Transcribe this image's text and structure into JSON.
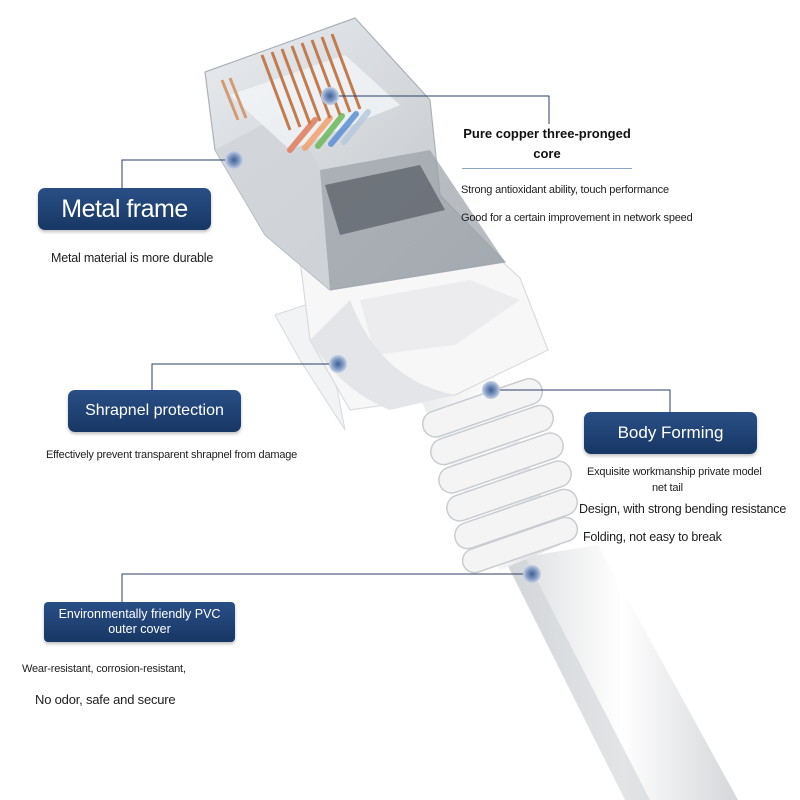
{
  "callouts": {
    "copper_core": {
      "title": "Pure copper three-pronged core",
      "lines": [
        "Strong antioxidant ability, touch performance",
        "Good for a certain improvement in network speed"
      ]
    },
    "metal_frame": {
      "title": "Metal frame",
      "lines": [
        "Metal material is more durable"
      ]
    },
    "shrapnel": {
      "title": "Shrapnel protection",
      "lines": [
        "Effectively prevent transparent shrapnel from damage"
      ]
    },
    "body_forming": {
      "title": "Body Forming",
      "lines": [
        "Exquisite workmanship private model",
        "net tail",
        "Design, with strong bending resistance",
        "Folding, not easy to break"
      ]
    },
    "pvc_cover": {
      "title": "Environmentally friendly PVC outer cover",
      "lines": [
        "Wear-resistant, corrosion-resistant,",
        "No odor, safe and secure"
      ]
    }
  },
  "colors": {
    "badge": "#1f4275",
    "leader_line": "#2b3f66",
    "marker": "#6f88b3",
    "plastic": "#e9eaec",
    "copper": "#c98a5c"
  }
}
